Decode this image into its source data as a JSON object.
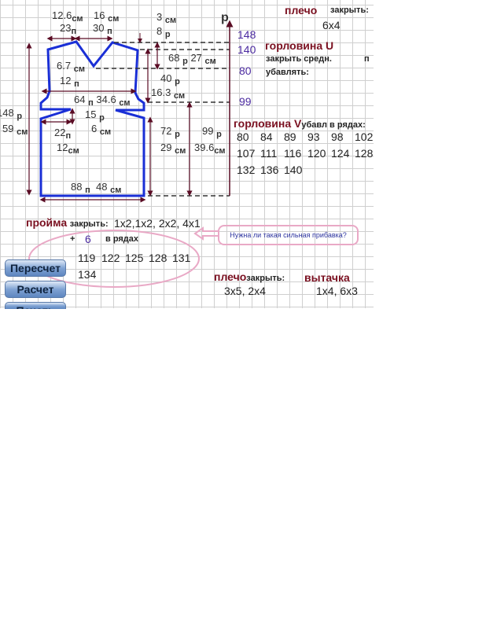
{
  "diagram": {
    "neck_left": {
      "cm": "12.6",
      "st": "23"
    },
    "neck_v": {
      "cm": "16",
      "st": "30"
    },
    "shoulder": {
      "cm": "3",
      "rows": "8"
    },
    "neck_depth": {
      "rows": "68",
      "cm": "27"
    },
    "armhole_depth": {
      "rows": "40",
      "cm": "16.3"
    },
    "chest": {
      "st": "64",
      "cm": "34.6"
    },
    "side_small": {
      "cm": "6.7",
      "st": "12"
    },
    "dart": {
      "rows": "15",
      "cm": "6"
    },
    "dart_width": {
      "st": "22",
      "cm": "12"
    },
    "total": {
      "rows": "148",
      "cm": "59"
    },
    "lower": {
      "rows": "72",
      "cm": "29"
    },
    "to_armhole": {
      "rows": "99",
      "cm": "39.6"
    },
    "bottom": {
      "st": "88",
      "cm": "48"
    },
    "axis_label": "р",
    "unit_cm": "см",
    "unit_st": "п",
    "unit_rows": "р",
    "axis_marks": [
      "148",
      "140",
      "80",
      "99"
    ]
  },
  "shoulder_top": {
    "title": "плечо",
    "action": "закрыть:",
    "value": "6x4"
  },
  "neck_u": {
    "title": "горловина U",
    "close_mid": "закрыть средн.",
    "unit": "п",
    "decrease": "убавлять:"
  },
  "neck_v": {
    "title": "горловина V",
    "subtitle": "убавл в рядах:",
    "rows": [
      [
        "80",
        "84",
        "89",
        "93",
        "98",
        "102"
      ],
      [
        "107",
        "111",
        "116",
        "120",
        "124",
        "128"
      ],
      [
        "132",
        "136",
        "140"
      ]
    ]
  },
  "armhole": {
    "title": "пройма",
    "action": "закрыть:",
    "value": "1x2,1x2,  2x2,  4x1",
    "plus": "+",
    "plus_value": "6",
    "in_rows": "в рядах",
    "rows": [
      [
        "119",
        "122",
        "125",
        "128",
        "131"
      ],
      [
        "134"
      ]
    ]
  },
  "comment": "Нужна ли такая сильная прибавка?",
  "shoulder_bottom": {
    "title": "плечо",
    "action": "закрыть:",
    "value": "3x5,  2x4"
  },
  "dart_section": {
    "title": "вытачка",
    "value": "1x4,  6x3"
  },
  "buttons": {
    "recalc": "Пересчет",
    "calc": "Расчет",
    "print": "Печать"
  },
  "colors": {
    "outline": "#1a2fd6",
    "heading": "#7a1020",
    "marks": "#4b2aa0",
    "note": "#e9a9c6"
  }
}
